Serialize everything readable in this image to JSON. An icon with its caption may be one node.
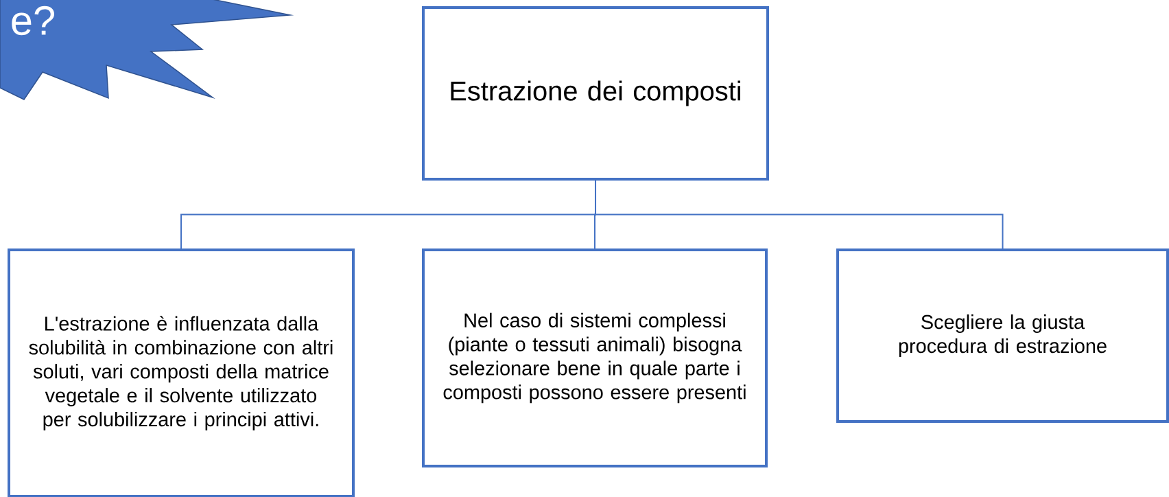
{
  "diagram": {
    "nodes": [
      {
        "text": [
          "e?"
        ]
      },
      {
        "text": [
          "Estrazione dei composti"
        ]
      },
      {
        "text": [
          "L'estrazione è influenzata dalla solubilità in combinazione con altri soluti, vari composti della matrice vegetale e il solvente utilizzato per solubilizzare i principi attivi."
        ]
      },
      {
        "text": [
          "Nel caso di sistemi complessi (piante o tessuti animali) bisogna selezionare bene in quale parte i composti possono essere presenti"
        ]
      },
      {
        "text": [
          "Scegliere la giusta procedura di estrazione"
        ]
      }
    ],
    "edges": [
      {
        "from": 1,
        "to": 2,
        "arrow": "none"
      },
      {
        "from": 1,
        "to": 3,
        "arrow": "none"
      },
      {
        "from": 1,
        "to": 4,
        "arrow": "none"
      }
    ]
  }
}
